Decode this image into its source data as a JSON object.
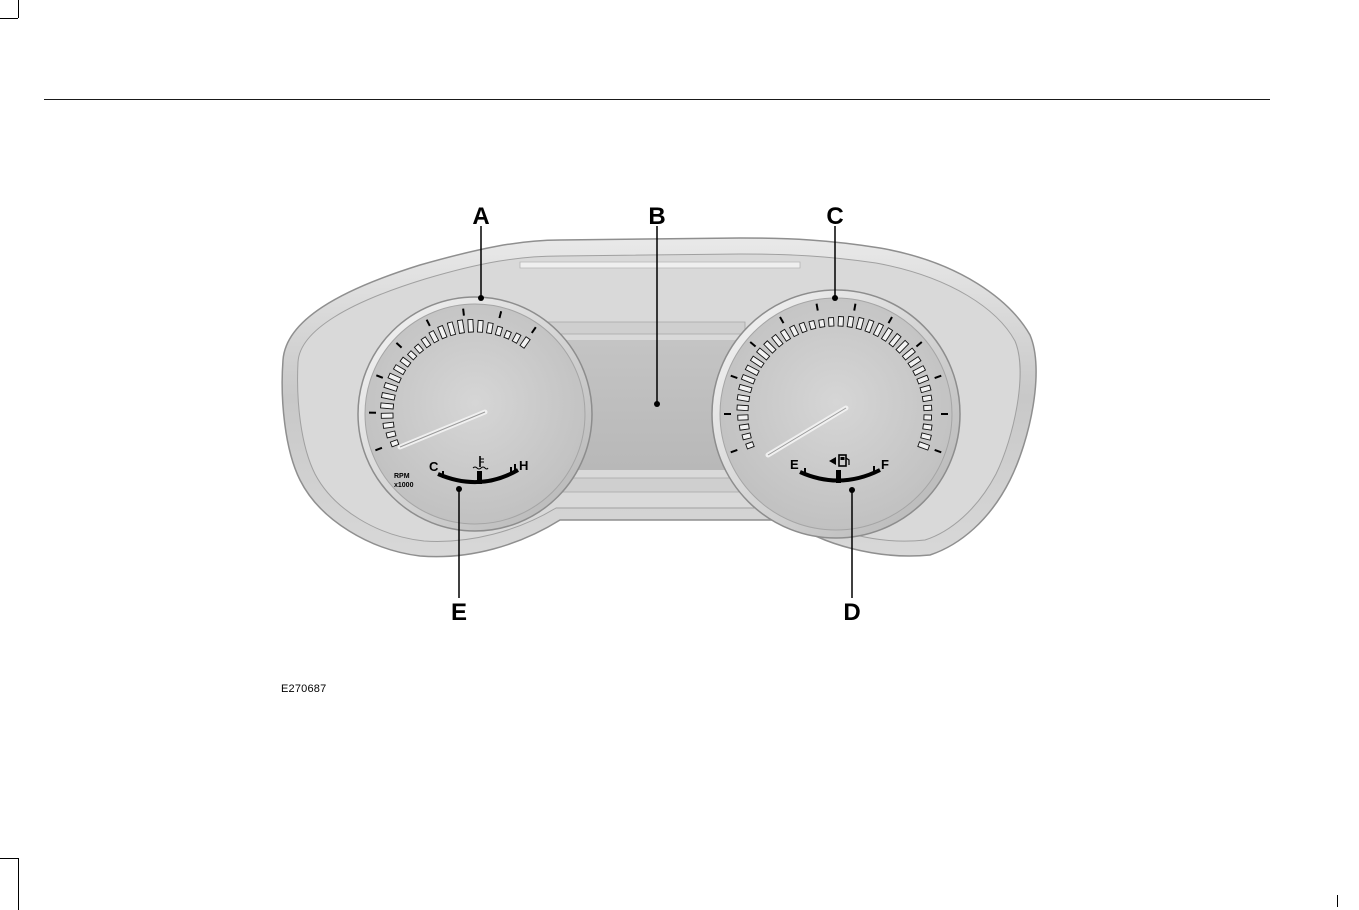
{
  "figure": {
    "id_label": "E270687",
    "callouts": {
      "a": "A",
      "b": "B",
      "c": "C",
      "d": "D",
      "e": "E"
    }
  },
  "tachometer": {
    "unit_line1": "RPM",
    "unit_line2": "x1000",
    "temp_gauge": {
      "cold_label": "C",
      "hot_label": "H",
      "icon": "coolant-temperature-icon"
    }
  },
  "speedometer": {
    "fuel_gauge": {
      "empty_label": "E",
      "full_label": "F",
      "icon": "fuel-pump-icon",
      "arrow_icon": "left-arrow-icon"
    }
  },
  "colors": {
    "bezel_light": "#f2f2f2",
    "bezel_mid": "#c9c9c9",
    "bezel_dark": "#a9a9a9",
    "dial_face": "#cfcfcf",
    "screen": "#bdbdbd"
  }
}
